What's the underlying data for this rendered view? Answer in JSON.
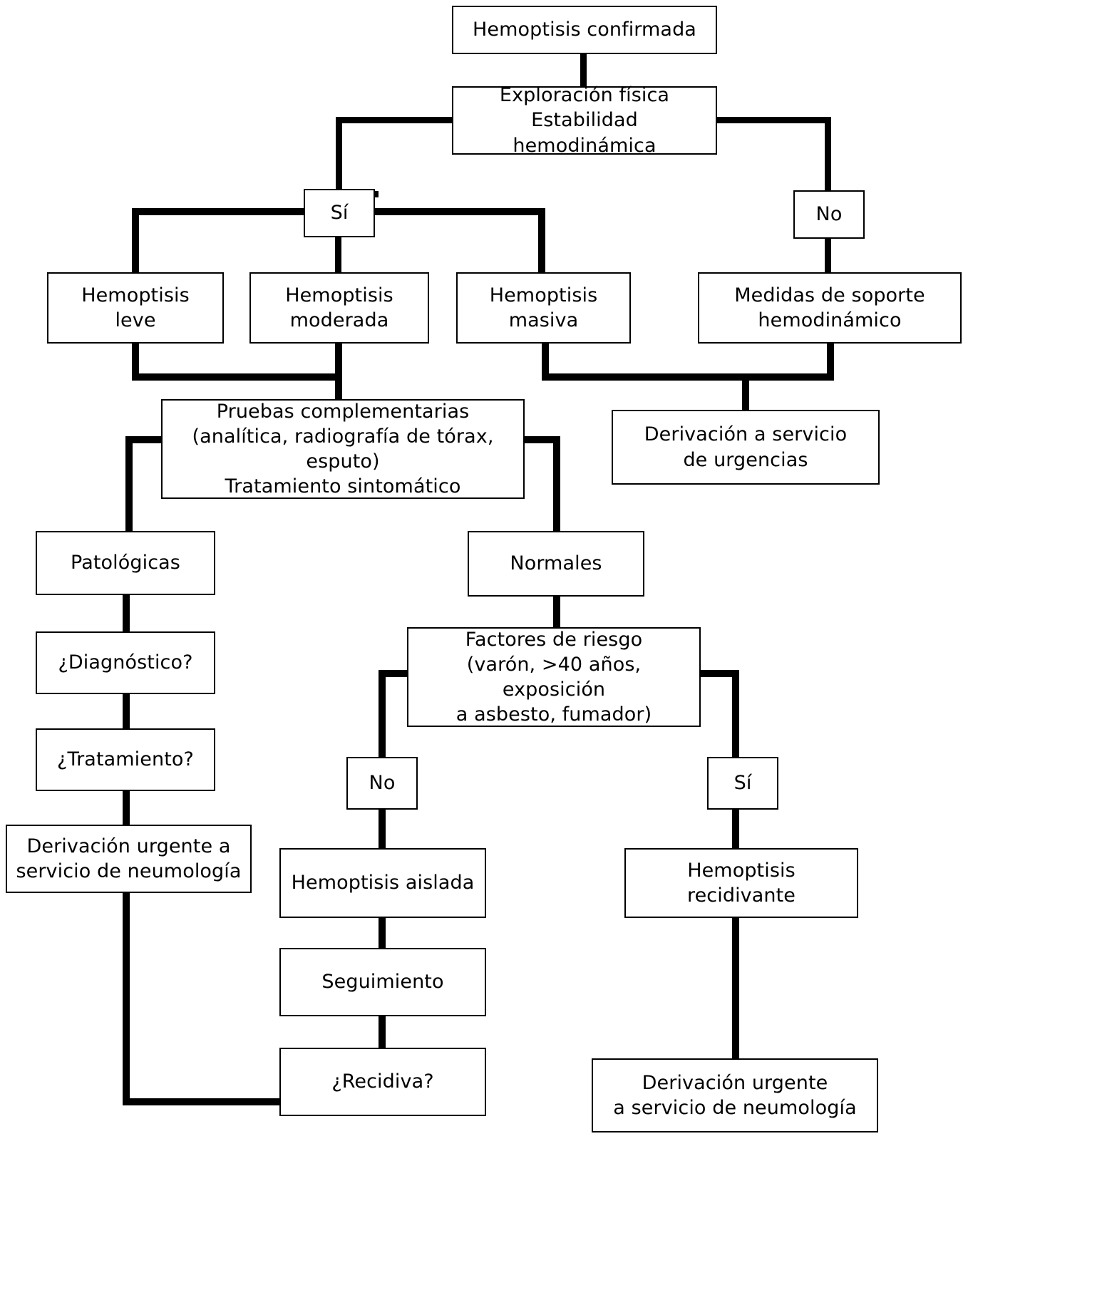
{
  "diagram": {
    "title": "Algoritmo de manejo de la hemoptisis",
    "language": "es",
    "line_color": "#000000",
    "box_border_color": "#000000",
    "background_color": "#ffffff",
    "nodes": {
      "hemoptisis_confirmada": "Hemoptisis confirmada",
      "exploracion_fisica": "Exploración física\nEstabilidad hemodinámica",
      "si_1": "Sí",
      "no_1": "No",
      "hemoptisis_leve": "Hemoptisis\nleve",
      "hemoptisis_moderada": "Hemoptisis\nmoderada",
      "hemoptisis_masiva": "Hemoptisis\nmasiva",
      "medidas_soporte": "Medidas de soporte\nhemodinámico",
      "pruebas_complementarias": "Pruebas complementarias\n(analítica, radiografía de tórax, esputo)\nTratamiento sintomático",
      "derivacion_urgencias": "Derivación a servicio\nde urgencias",
      "patologicas": "Patológicas",
      "normales": "Normales",
      "diagnostico": "¿Diagnóstico?",
      "tratamiento": "¿Tratamiento?",
      "derivacion_urgente_neumologia_izq": "Derivación urgente a\nservicio de neumología",
      "factores_riesgo": "Factores de riesgo\n(varón, >40 años, exposición\na asbesto, fumador)",
      "no_2": "No",
      "si_2": "Sí",
      "hemoptisis_aislada": "Hemoptisis aislada",
      "hemoptisis_recidivante": "Hemoptisis recidivante",
      "seguimiento": "Seguimiento",
      "recidiva": "¿Recidiva?",
      "derivacion_urgente_neumologia_der": "Derivación urgente\na servicio de neumología"
    }
  }
}
